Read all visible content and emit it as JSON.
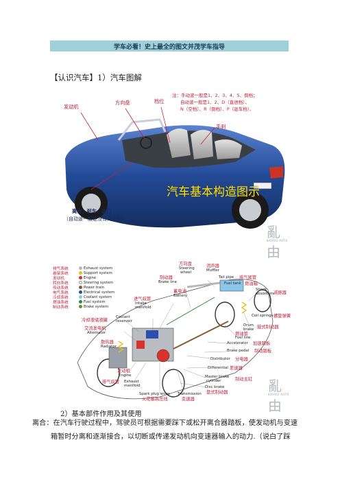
{
  "banner": "学车必看！史上最全的图文并茂学车指导",
  "section1_heading": "【认识汽车】1）汽车图解",
  "fig1": {
    "labels": {
      "engine": "发动机",
      "steering": "方向盘",
      "gear": "档位",
      "handbrake": "手刹",
      "note1": "注：手动波一般是1、2、3、4、5、倒档；",
      "note2": "自动波一般是1、2、D（直进档）、",
      "note3": "N（空档）、R（倒档）、P（驻车档）、",
      "pedals": "离合、刹车、油门",
      "pedals_note": "（自动波一般是没有离合的）",
      "big_title": "汽车基本构造图示",
      "watermark": "亂由",
      "watermark_sub": "KAIYOU AUTO"
    },
    "colors": {
      "car_body": "#1f3f86",
      "car_light": "#4d74c4",
      "label_red": "#c0203a",
      "title_yellow": "#f5e11b"
    }
  },
  "fig2": {
    "legend": [
      {
        "cn": "排气系统",
        "en": "Exhaust system",
        "color": "#b8b8b8"
      },
      {
        "cn": "悬架系统",
        "en": "Support system",
        "color": "#e7c21a"
      },
      {
        "cn": "发动机",
        "en": "Engine",
        "color": "#d9312b"
      },
      {
        "cn": "转向系统",
        "en": "Steering system",
        "color": "#f0f0f0"
      },
      {
        "cn": "传动系统",
        "en": "Power train",
        "color": "#8a5a2e"
      },
      {
        "cn": "电气系统",
        "en": "Electrical system",
        "color": "#2a4fb0"
      },
      {
        "cn": "冷却系统",
        "en": "Coolant system",
        "color": "#8ac7e8"
      },
      {
        "cn": "燃油系统",
        "en": "Fuel system",
        "color": "#2f8a3a"
      },
      {
        "cn": "制动系统",
        "en": "Brake system",
        "color": "#6d8b2e"
      }
    ],
    "parts": {
      "steering_wheel_cn": "方向盘",
      "steering_wheel_en1": "Steering",
      "steering_wheel_en2": "wheel",
      "muffler_cn": "消声器",
      "muffler_en": "Muffler",
      "brake_line_cn": "制动器",
      "brake_line_en": "Brake line",
      "tailpipe_en": "Tail pipe",
      "tailpipe_cn": "排气尾管",
      "fueltank_en": "Fuel tank",
      "fueltank_cn": "燃油箱",
      "battery_cn": "蓄电池",
      "battery_en": "Battery",
      "intake_cn": "进气歧管",
      "intake_en1": "Intake",
      "intake_en2": "manifold",
      "shock_en1": "Shock",
      "shock_en2": "absorbers",
      "shock_cn": "减振器",
      "coolant_en1": "Coolant",
      "coolant_en2": "reservoir",
      "coolant_cn": "冷却液储液罐",
      "alternator_cn": "交流发电机",
      "alternator_en": "Alternator",
      "coil_en": "Coil springs",
      "coil_cn": "螺旋弹簧",
      "drum_en1": "Drum",
      "drum_en2": "brake",
      "drum_cn": "鼓式制动器",
      "fuelline_cn": "燃油管",
      "fuelline_en": "Fuel line",
      "accel_en": "Accelerator",
      "accel_cn": "加速踏板",
      "brakepedal_en": "Brake pedal",
      "brakepedal_cn": "制动踏板",
      "radiator_cn": "散热器",
      "radiator_en": "Radiator",
      "distributor_en": "Distributor",
      "distributor_cn": "分电器",
      "diff_en": "Differential",
      "diff_cn": "差速器",
      "engine_cn": "发动机",
      "engine_en": "Engine",
      "exhaust_cn": "排气歧管",
      "exhaust_en1": "Exhaust",
      "exhaust_en2": "manifold",
      "master_en1": "Master brake",
      "master_en2": "cylinder",
      "master_cn": "制动主缸",
      "disc_en": "Disc brake",
      "disc_cn": "盘式制动器",
      "spark_en": "Spark plug wires",
      "spark_cn": "火花塞高压线",
      "trans_en": "Transmission",
      "trans_cn": "变速器"
    },
    "watermark": "亂由",
    "watermark_sub": "KAIYOU AUTO"
  },
  "section2": {
    "heading": "2）基本部件作用及其使用",
    "line1": "离合：在汽车行驶过程中，驾驶员可根据需要踩下或松开离合器踏板，使发动机与变速",
    "line2": "箱暂时分离和逐渐接合，以切断或传递发动机向变速器输入的动力.（说白了踩"
  }
}
